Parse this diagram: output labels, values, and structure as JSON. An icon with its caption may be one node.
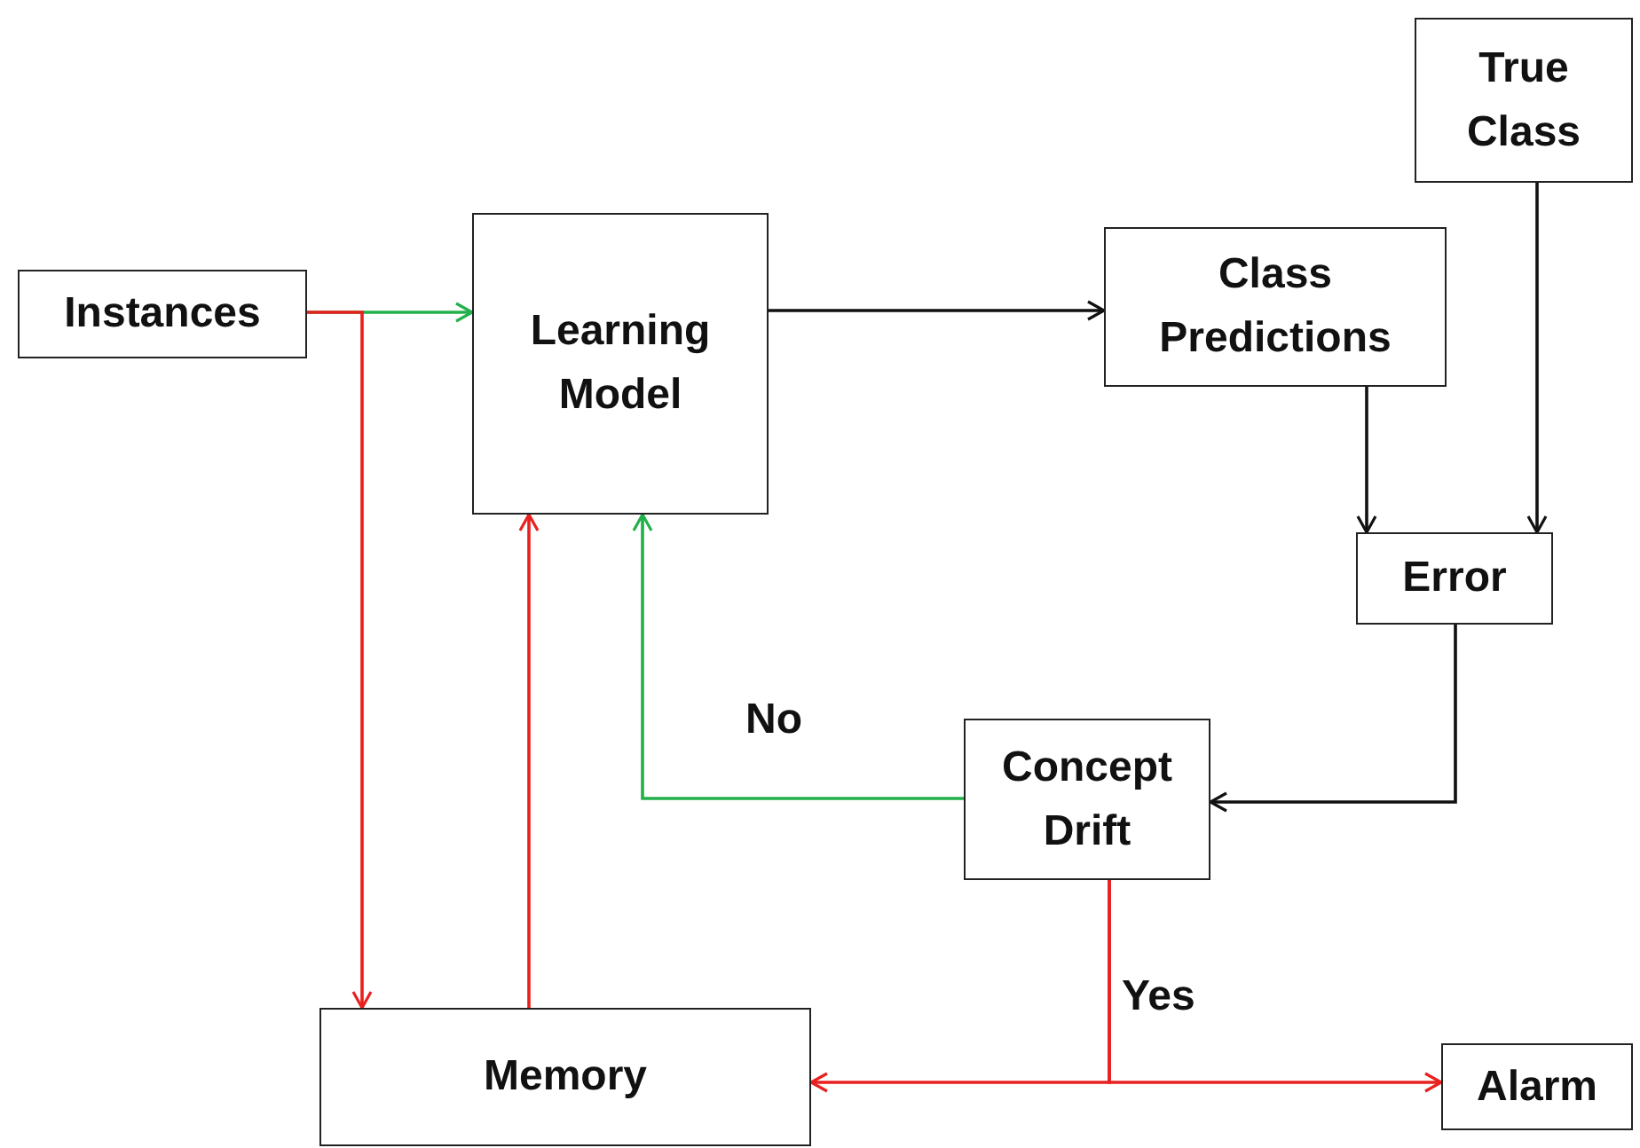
{
  "diagram": {
    "nodes": [
      {
        "text": [
          "Instances"
        ]
      },
      {
        "text": [
          "Learning Model"
        ]
      },
      {
        "text": [
          "Class Predictions"
        ]
      },
      {
        "text": [
          "True Class"
        ]
      },
      {
        "text": [
          "Error"
        ]
      },
      {
        "text": [
          "Concept Drift"
        ]
      },
      {
        "text": [
          "Memory"
        ]
      },
      {
        "text": [
          "Alarm"
        ]
      }
    ],
    "edges": [
      {
        "from": 0,
        "to": 1,
        "arrow": "to",
        "color": "#22b04b"
      },
      {
        "from": 0,
        "to": 6,
        "arrow": "to",
        "color": "#e8201f"
      },
      {
        "from": 6,
        "to": 1,
        "arrow": "to",
        "color": "#e8201f"
      },
      {
        "from": 1,
        "to": 2,
        "arrow": "to",
        "color": "#111111"
      },
      {
        "from": 2,
        "to": 4,
        "arrow": "to",
        "color": "#111111"
      },
      {
        "from": 3,
        "to": 4,
        "arrow": "to",
        "color": "#111111"
      },
      {
        "from": 4,
        "to": 5,
        "arrow": "to",
        "color": "#111111"
      },
      {
        "from": 5,
        "to": 1,
        "arrow": "to",
        "label": "No",
        "color": "#22b04b"
      },
      {
        "from": 5,
        "to": 6,
        "arrow": "to",
        "label": "Yes",
        "color": "#e8201f"
      },
      {
        "from": 5,
        "to": 7,
        "arrow": "to",
        "color": "#e8201f"
      }
    ]
  }
}
